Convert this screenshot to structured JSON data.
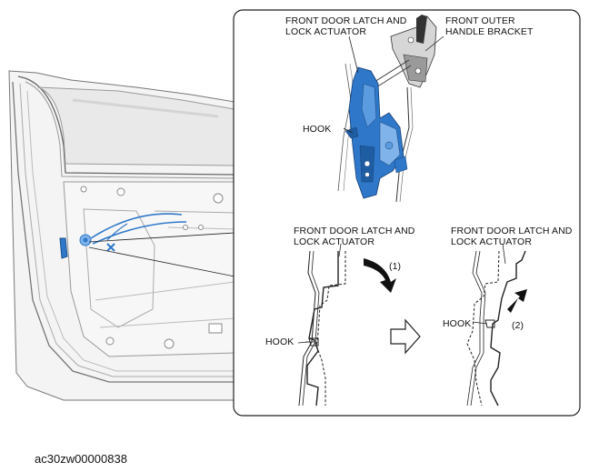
{
  "labels": {
    "latch_top_1": "FRONT DOOR LATCH AND",
    "latch_top_2": "LOCK ACTUATOR",
    "bracket_1": "FRONT OUTER",
    "bracket_2": "HANDLE BRACKET",
    "hook_top": "HOOK",
    "latch_left_1": "FRONT DOOR LATCH AND",
    "latch_left_2": "LOCK ACTUATOR",
    "latch_right_1": "FRONT DOOR LATCH AND",
    "latch_right_2": "LOCK ACTUATOR",
    "hook_left": "HOOK",
    "hook_right": "HOOK",
    "step_1": "(1)",
    "step_2": "(2)"
  },
  "figure_code": "ac30zw00000838",
  "colors": {
    "part_highlight": "#2f78c9",
    "part_light": "#7fb3ea",
    "outline": "#222222",
    "door_gray": "#bdbdbd"
  }
}
